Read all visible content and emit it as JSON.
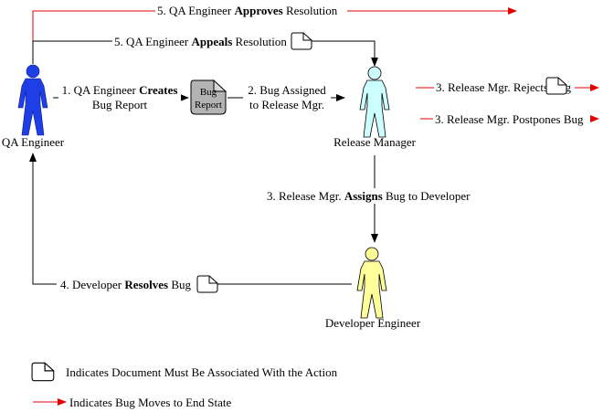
{
  "colors": {
    "qa_engineer": "#1f3fe6",
    "release_manager": "#ccffff",
    "developer": "#ffff99",
    "end_state_arrow": "#e60000",
    "flow_line": "#000000",
    "bug_report_fill": "#b3b3b3"
  },
  "icons": {
    "document": "document-icon",
    "person": "person-icon",
    "red_arrow": "red-arrow-icon"
  },
  "actors": {
    "qa": "QA Engineer",
    "release": "Release Manager",
    "developer": "Developer Engineer"
  },
  "bug_report": {
    "line1": "Bug",
    "line2": "Report"
  },
  "steps": {
    "approves": {
      "pre": "5. QA Engineer ",
      "bold": "Approves",
      "post": " Resolution"
    },
    "appeals": {
      "pre": "5. QA Engineer ",
      "bold": "Appeals",
      "post": " Resolution"
    },
    "creates": {
      "pre": "1. QA Engineer ",
      "bold": "Creates",
      "line2": "Bug Report"
    },
    "assigned": {
      "line1": "2. Bug Assigned",
      "line2": "to Release Mgr."
    },
    "rejects": "3. Release Mgr. Rejects Bug",
    "postpones": "3. Release Mgr. Postpones Bug",
    "assigns": {
      "pre": "3. Release Mgr. ",
      "bold": "Assigns",
      "post": " Bug to Developer"
    },
    "resolves": {
      "pre": "4. Developer ",
      "bold": "Resolves",
      "post": " Bug"
    }
  },
  "legend": {
    "document": "Indicates Document Must Be Associated With the Action",
    "end_state": "Indicates Bug Moves to End State"
  }
}
